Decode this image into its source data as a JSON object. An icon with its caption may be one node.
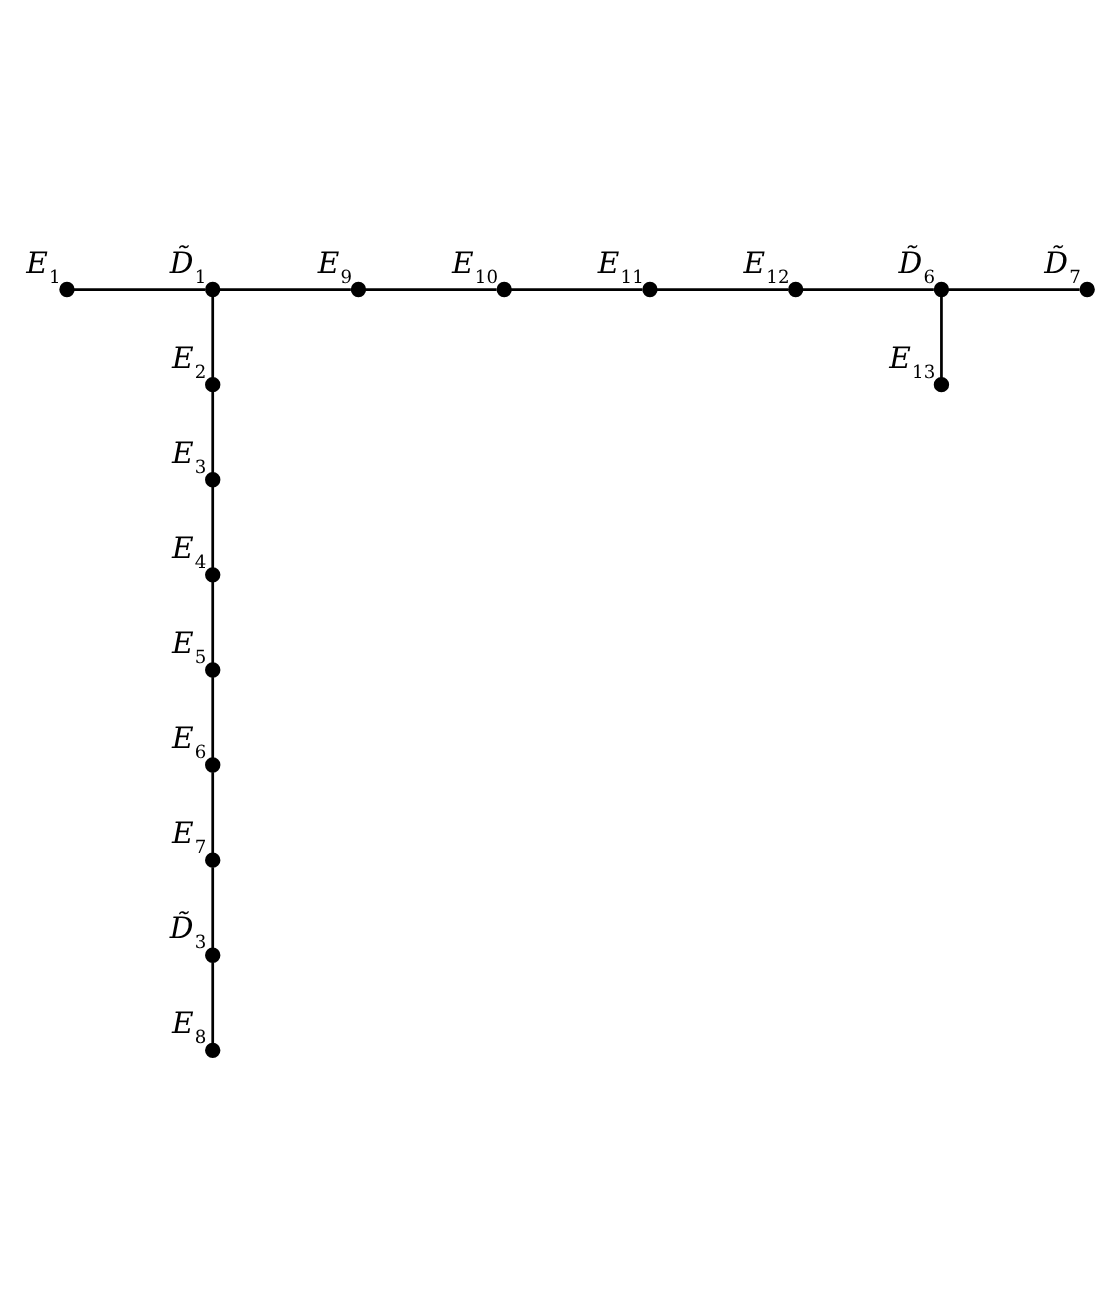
{
  "diagram": {
    "nodes": [
      {
        "text": [
          "E$_{1}$"
        ]
      },
      {
        "text": [
          "D̃$_{1}$"
        ]
      },
      {
        "text": [
          "E$_{9}$"
        ]
      },
      {
        "text": [
          "E$_{10}$"
        ]
      },
      {
        "text": [
          "E$_{11}$"
        ]
      },
      {
        "text": [
          "E$_{12}$"
        ]
      },
      {
        "text": [
          "D̃$_{6}$"
        ]
      },
      {
        "text": [
          "D̃$_{7}$"
        ]
      },
      {
        "text": [
          "E$_{2}$"
        ]
      },
      {
        "text": [
          "E$_{13}$"
        ]
      },
      {
        "text": [
          "E$_{3}$"
        ]
      },
      {
        "text": [
          "E$_{4}$"
        ]
      },
      {
        "text": [
          "E$_{5}$"
        ]
      },
      {
        "text": [
          "E$_{6}$"
        ]
      },
      {
        "text": [
          "E$_{7}$"
        ]
      },
      {
        "text": [
          "D̃$_{3}$"
        ]
      },
      {
        "text": [
          "E$_{8}$"
        ]
      }
    ],
    "edges": [
      {
        "from": 0,
        "to": 1,
        "arrow": "none"
      },
      {
        "from": 1,
        "to": 2,
        "arrow": "none"
      },
      {
        "from": 2,
        "to": 3,
        "arrow": "none"
      },
      {
        "from": 3,
        "to": 4,
        "arrow": "none"
      },
      {
        "from": 4,
        "to": 5,
        "arrow": "none"
      },
      {
        "from": 5,
        "to": 6,
        "arrow": "none"
      },
      {
        "from": 6,
        "to": 7,
        "arrow": "none"
      },
      {
        "from": 1,
        "to": 8,
        "arrow": "none"
      },
      {
        "from": 8,
        "to": 10,
        "arrow": "none"
      },
      {
        "from": 10,
        "to": 11,
        "arrow": "none"
      },
      {
        "from": 11,
        "to": 12,
        "arrow": "none"
      },
      {
        "from": 12,
        "to": 13,
        "arrow": "none"
      },
      {
        "from": 13,
        "to": 14,
        "arrow": "none"
      },
      {
        "from": 14,
        "to": 15,
        "arrow": "none"
      },
      {
        "from": 15,
        "to": 16,
        "arrow": "none"
      },
      {
        "from": 6,
        "to": 9,
        "arrow": "none"
      }
    ]
  }
}
